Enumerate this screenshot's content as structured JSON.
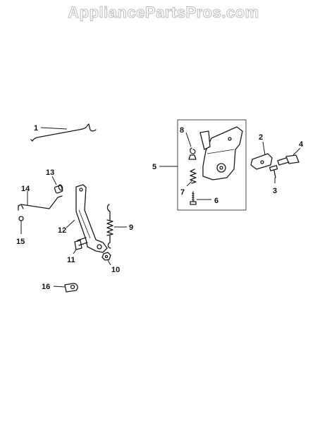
{
  "watermark": "AppliancePartsPros.com",
  "callouts": {
    "c1": "1",
    "c2": "2",
    "c3": "3",
    "c4": "4",
    "c5": "5",
    "c6": "6",
    "c7": "7",
    "c8": "8",
    "c9": "9",
    "c10": "10",
    "c11": "11",
    "c12": "12",
    "c13": "13",
    "c14": "14",
    "c15": "15",
    "c16": "16"
  },
  "colors": {
    "line": "#1a1a1a",
    "watermark_outline": "#bdbdbd"
  }
}
